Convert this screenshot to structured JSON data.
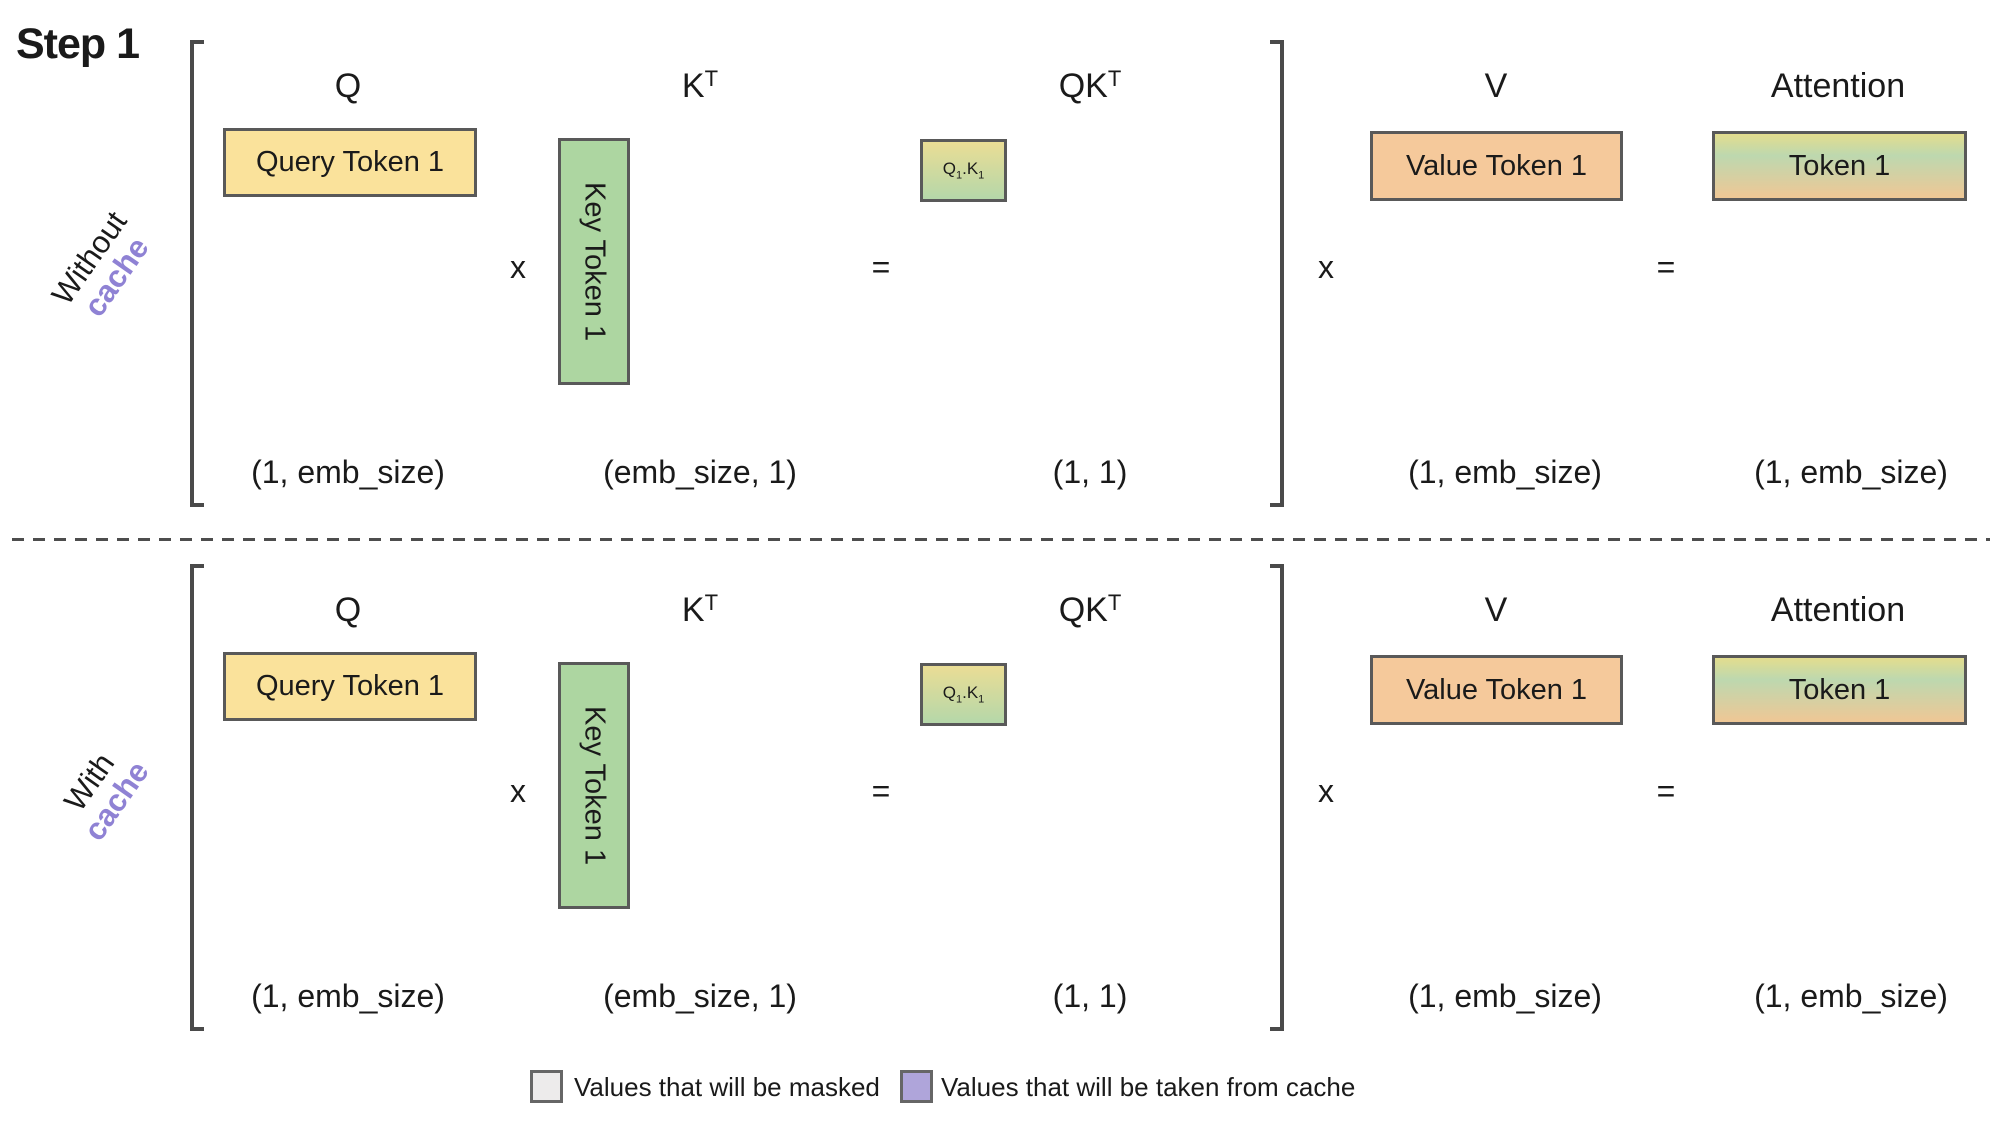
{
  "title": "Step 1",
  "columns": {
    "q": "Q",
    "k_base": "K",
    "k_sup": "T",
    "qk_base": "QK",
    "qk_sup": "T",
    "v": "V",
    "attention": "Attention"
  },
  "operators": {
    "multiply": "x",
    "equals": "="
  },
  "rows": [
    {
      "side_label": {
        "line1": "Without",
        "line2": "cache"
      },
      "query_box": "Query Token 1",
      "key_box": "Key Token 1",
      "qk_box": {
        "a": "Q",
        "a_sub": "1",
        "dot": ".",
        "b": "K",
        "b_sub": "1"
      },
      "value_box": "Value Token 1",
      "attention_box": "Token 1",
      "dims": {
        "q": "(1, emb_size)",
        "k": "(emb_size, 1)",
        "qk": "(1, 1)",
        "v": "(1, emb_size)",
        "attention": "(1, emb_size)"
      }
    },
    {
      "side_label": {
        "line1": "With",
        "line2": "cache"
      },
      "query_box": "Query Token 1",
      "key_box": "Key Token 1",
      "qk_box": {
        "a": "Q",
        "a_sub": "1",
        "dot": ".",
        "b": "K",
        "b_sub": "1"
      },
      "value_box": "Value Token 1",
      "attention_box": "Token 1",
      "dims": {
        "q": "(1, emb_size)",
        "k": "(emb_size, 1)",
        "qk": "(1, 1)",
        "v": "(1, emb_size)",
        "attention": "(1, emb_size)"
      }
    }
  ],
  "legend": {
    "masked": {
      "label": "Values that will be masked",
      "color": "#EDEBEB"
    },
    "cache": {
      "label": "Values that will be taken from cache",
      "color": "#AFA5DA"
    }
  },
  "colors": {
    "query_fill": "#FAE29B",
    "key_fill": "#ADD6A1",
    "value_fill": "#F5C99B",
    "qk_gradient_top": "#EADD95",
    "qk_gradient_bottom": "#B5D7A9",
    "attention_gradient": [
      "#E3DD8E",
      "#BDD8AF",
      "#EFC795"
    ],
    "cache_text": "#8F82D4",
    "box_border": "#595959"
  }
}
